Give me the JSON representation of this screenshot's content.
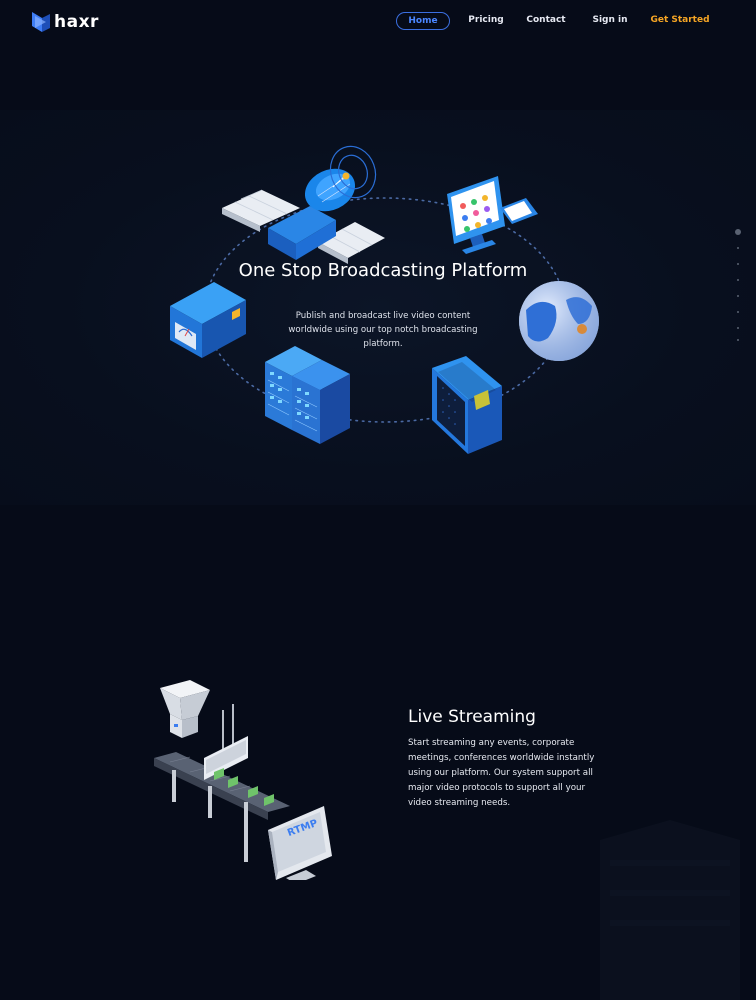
{
  "brand": {
    "name": "haxr"
  },
  "nav": {
    "items": [
      {
        "label": "Home",
        "active": true
      },
      {
        "label": "Pricing"
      },
      {
        "label": "Contact"
      },
      {
        "label": "Sign in"
      },
      {
        "label": "Get Started"
      }
    ]
  },
  "hero": {
    "title": "One Stop Broadcasting Platform",
    "subtitle": "Publish and broadcast live video content worldwide using our top notch broadcasting platform."
  },
  "stream": {
    "title": "Live Streaming",
    "text": "Start streaming any events, corporate meetings, conferences worldwide instantly using our platform. Our system support all major video protocols to support all your video streaming needs.",
    "monitor_label": "RTMP"
  },
  "colors": {
    "background": "#060b18",
    "accent_blue": "#3b6fe0",
    "cta_orange": "#f5a524"
  },
  "icons": [
    "logo-icon",
    "satellite-icon",
    "computer-monitor-icon",
    "globe-icon",
    "signal-box-icon",
    "server-rack-icon",
    "video-screen-icon",
    "conveyor-belt-icon",
    "rtmp-monitor-icon"
  ]
}
